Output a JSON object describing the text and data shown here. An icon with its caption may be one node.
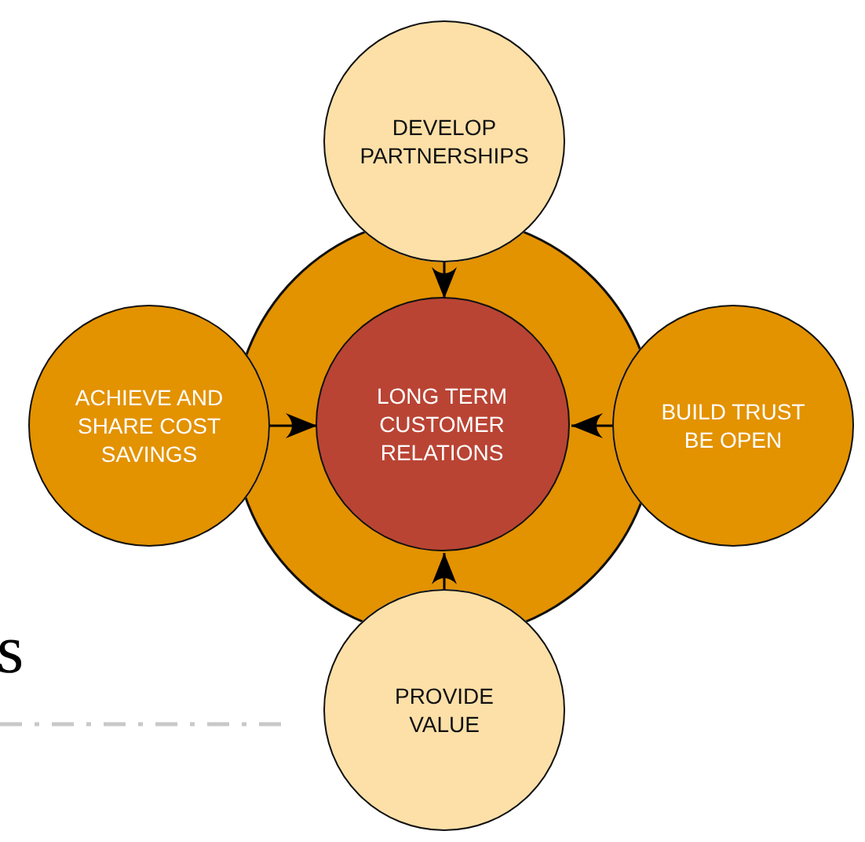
{
  "diagram": {
    "nodes": [
      {
        "text": [],
        "shape": "circle"
      },
      {
        "text": [
          "LONG TERM CUSTOMER RELATIONS"
        ],
        "in": 0
      },
      {
        "text": [
          "DEVELOP PARTNERSHIPS"
        ]
      },
      {
        "text": [
          "ACHIEVE AND SHARE COST SAVINGS"
        ]
      },
      {
        "text": [
          "BUILD TRUST BE OPEN"
        ]
      },
      {
        "text": [
          "PROVIDE VALUE"
        ]
      }
    ],
    "edges": [
      {
        "from": 2,
        "to": 1,
        "arrow": "to"
      },
      {
        "from": 3,
        "to": 1,
        "arrow": "to"
      },
      {
        "from": 4,
        "to": 1,
        "arrow": "to"
      },
      {
        "from": 5,
        "to": 1,
        "arrow": "to"
      }
    ],
    "labels": [
      "s"
    ]
  }
}
